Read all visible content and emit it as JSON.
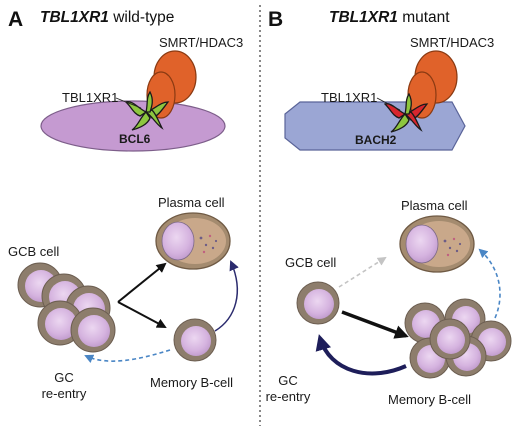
{
  "panels": {
    "left": {
      "letter": "A",
      "title_gene": "TBL1XR1",
      "title_rest": " wild-type",
      "labels": {
        "smrt": "SMRT/HDAC3",
        "tbl": "TBL1XR1",
        "bcl6": "BCL6",
        "plasma": "Plasma cell",
        "gcb": "GCB cell",
        "memory": "Memory B-cell",
        "gc_line1": "GC",
        "gc_line2": "re-entry"
      }
    },
    "right": {
      "letter": "B",
      "title_gene": "TBL1XR1",
      "title_rest": " mutant",
      "labels": {
        "smrt": "SMRT/HDAC3",
        "tbl": "TBL1XR1",
        "bach2": "BACH2",
        "plasma": "Plasma cell",
        "gcb": "GCB cell",
        "memory": "Memory B-cell",
        "gc_line1": "GC",
        "gc_line2": "re-entry"
      }
    }
  },
  "colors": {
    "smrt_orange": "#e0622a",
    "bcl6_lilac": "#c59ad1",
    "bach2_blue": "#9ba6d4",
    "tbl_green": "#8dc63f",
    "tbl_mutant_red": "#d7262e",
    "cell_outer": "#8d7d6c",
    "cell_inner": "#d9b9e3",
    "plasma_outer": "#a48b6f",
    "arrow_dark_navy": "#1e1e5a",
    "arrow_blue_dashed": "#4a86c5",
    "arrow_grey_dashed": "#bfbfbf",
    "divider": "#555555"
  }
}
